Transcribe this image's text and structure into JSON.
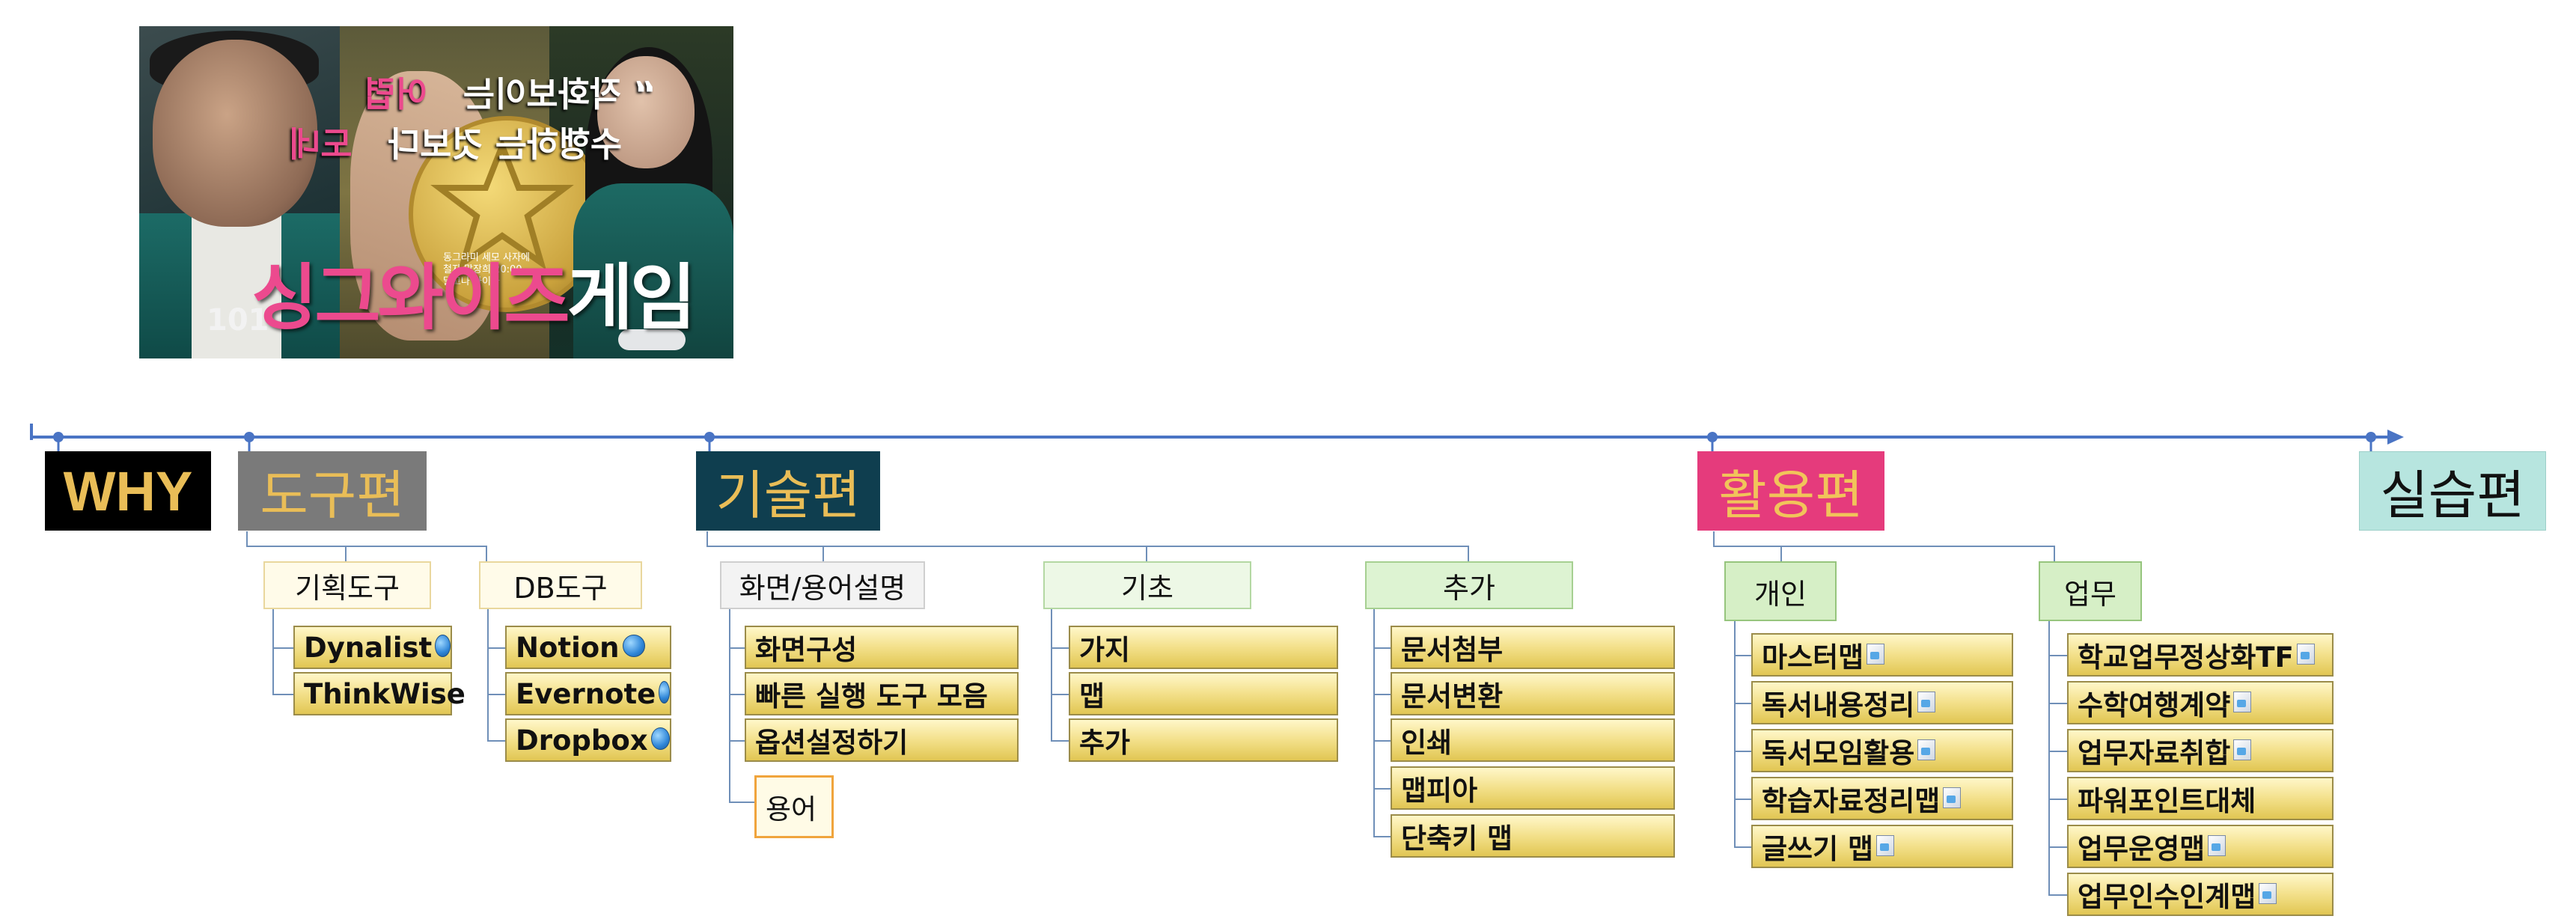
{
  "banner": {
    "quote_line_1_a": "“ 작화보이는",
    "quote_line_1_b": "어렵",
    "quote_line_2_a": "수행하는 것보다",
    "quote_line_2_b": "도네",
    "caption_lines": [
      "동그라미 세모 사자에",
      "철자 말장희 20:00",
      "달고나 마이카"
    ],
    "logo_a": "싱그",
    "logo_b": "와이즈",
    "logo_c": "게임",
    "player_number": "101"
  },
  "categories": {
    "why": "WHY",
    "tools": "도구편",
    "tech": "기술편",
    "use": "활용편",
    "practice": "실습편"
  },
  "tools": {
    "plan": {
      "label": "기획도구",
      "items": [
        "Dynalist",
        "ThinkWise"
      ]
    },
    "db": {
      "label": "DB도구",
      "items": [
        "Notion",
        "Evernote",
        "Dropbox"
      ]
    }
  },
  "tech": {
    "screen": {
      "label": "화면/용어설명",
      "items": [
        "화면구성",
        "빠른 실행 도구 모음",
        "옵션설정하기",
        "용어"
      ]
    },
    "basic": {
      "label": "기초",
      "items": [
        "가지",
        "맵",
        "추가"
      ]
    },
    "extra": {
      "label": "추가",
      "items": [
        "문서첨부",
        "문서변환",
        "인쇄",
        "맵피아",
        "단축키 맵"
      ]
    }
  },
  "use": {
    "personal": {
      "label": "개인",
      "items": [
        "마스터맵",
        "독서내용정리",
        "독서모임활용",
        "학습자료정리맵",
        "글쓰기 맵"
      ]
    },
    "work": {
      "label": "업무",
      "items": [
        "학교업무정상화TF",
        "수학여행계약",
        "업무자료취합",
        "파워포인트대체",
        "업무운영맵",
        "업무인수인계맵"
      ]
    }
  },
  "colors": {
    "timeline": "#4a74c4",
    "connector": "#6f8fb8",
    "gold_text": "#e9bd57",
    "pink": "#e53b7c"
  }
}
